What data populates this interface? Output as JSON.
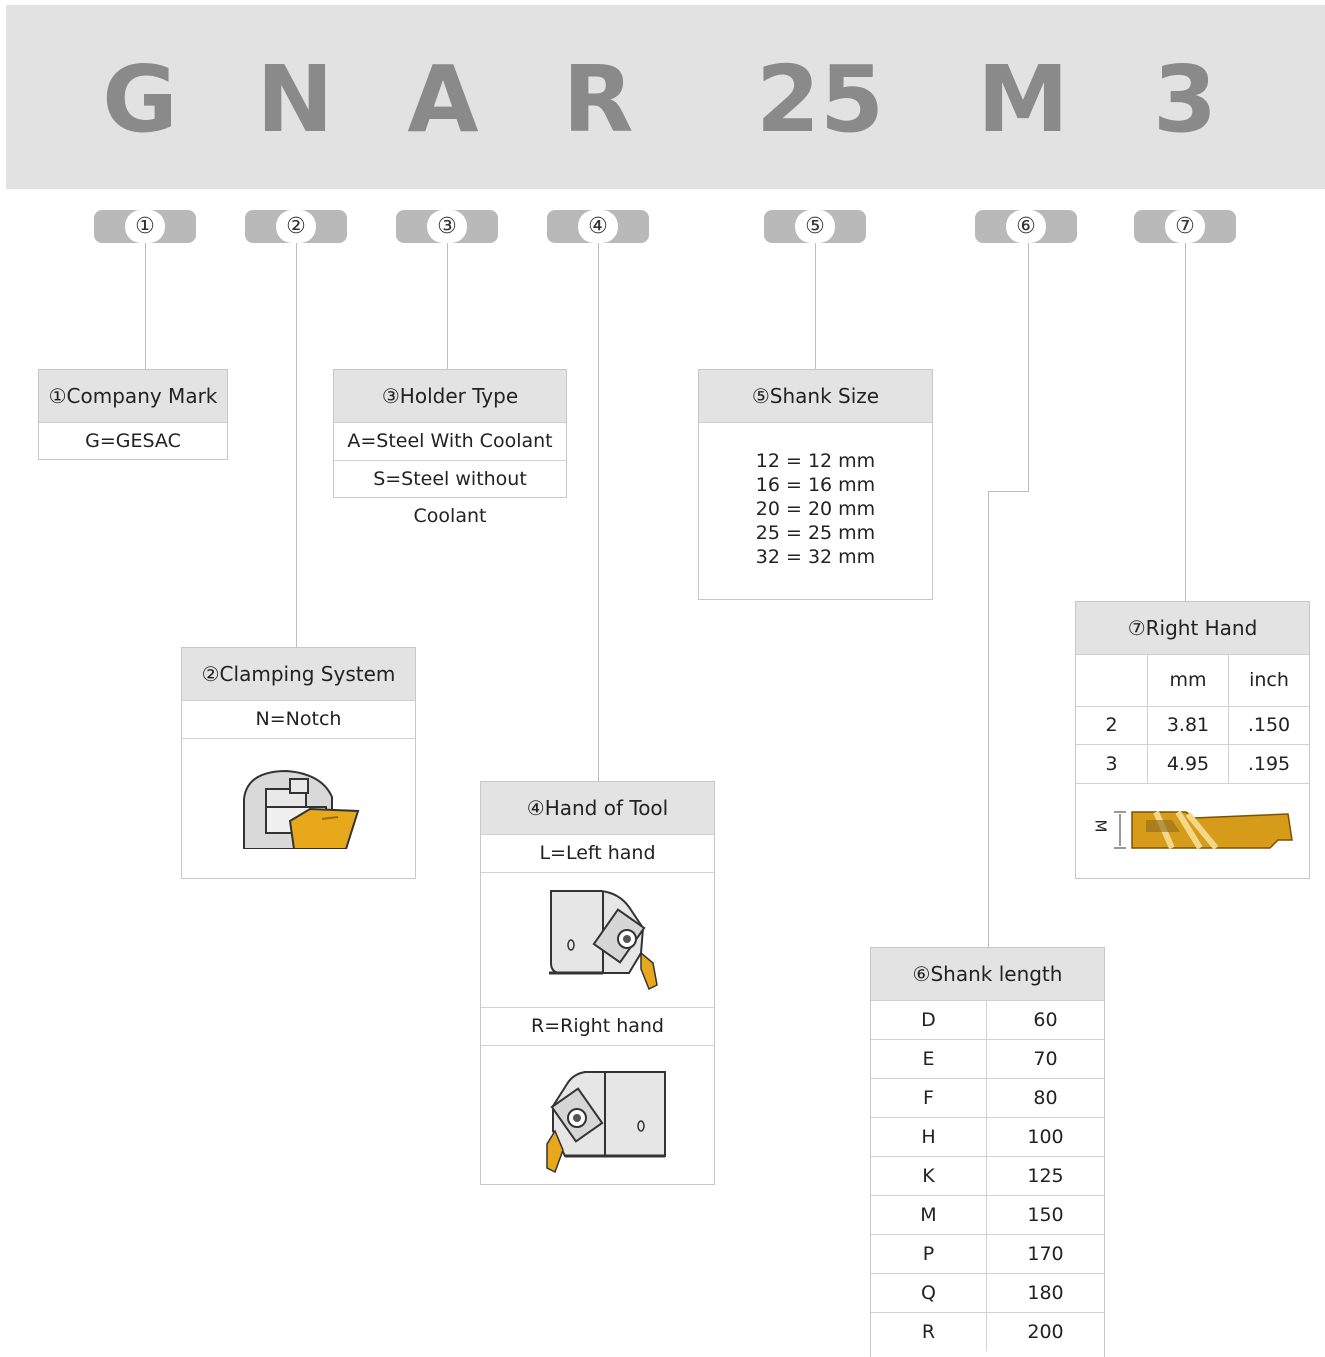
{
  "code": [
    "G",
    "N",
    "A",
    "R",
    "25",
    "M",
    "3"
  ],
  "badges": [
    "①",
    "②",
    "③",
    "④",
    "⑤",
    "⑥",
    "⑦"
  ],
  "company": {
    "title": "①Company Mark",
    "rows": [
      "G=GESAC"
    ]
  },
  "clamping": {
    "title": "②Clamping System",
    "rows": [
      "N=Notch"
    ]
  },
  "holder": {
    "title": "③Holder Type",
    "rows": [
      "A=Steel With Coolant",
      "S=Steel without Coolant"
    ]
  },
  "hand": {
    "title": "④Hand of Tool",
    "left": "L=Left hand",
    "right": "R=Right hand"
  },
  "shank_size": {
    "title": "⑤Shank Size",
    "items": [
      "12 = 12 mm",
      "16 = 16 mm",
      "20 = 20 mm",
      "25 = 25 mm",
      "32 = 32 mm"
    ]
  },
  "shank_length": {
    "title": "⑥Shank length",
    "rows": [
      [
        "D",
        "60"
      ],
      [
        "E",
        "70"
      ],
      [
        "F",
        "80"
      ],
      [
        "H",
        "100"
      ],
      [
        "K",
        "125"
      ],
      [
        "M",
        "150"
      ],
      [
        "P",
        "170"
      ],
      [
        "Q",
        "180"
      ],
      [
        "R",
        "200"
      ]
    ]
  },
  "right_hand": {
    "title": "⑦Right Hand",
    "headers": [
      "",
      "mm",
      "inch"
    ],
    "rows": [
      [
        "2",
        "3.81",
        ".150"
      ],
      [
        "3",
        "4.95",
        ".195"
      ]
    ],
    "dim_label": "M"
  },
  "colors": {
    "insert_gold": "#e8a81c",
    "header_bg": "#e2e2e2",
    "pill": "#b9b9b9"
  }
}
